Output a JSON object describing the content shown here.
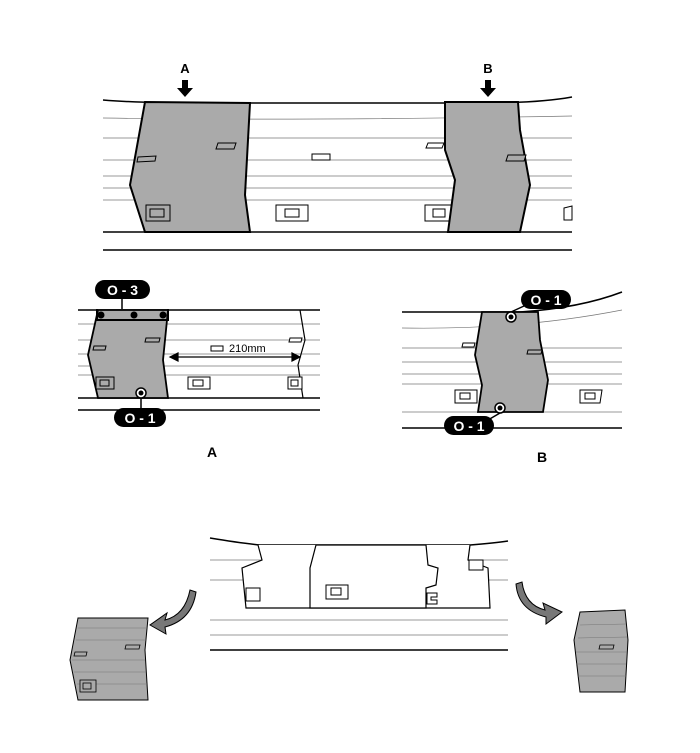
{
  "top_view": {
    "arrow_a_label": "A",
    "arrow_b_label": "B"
  },
  "detail_a": {
    "caption": "A",
    "callout_top": "O - 3",
    "callout_bottom": "O - 1",
    "dimension": "210mm"
  },
  "detail_b": {
    "caption": "B",
    "callout_top": "O - 1",
    "callout_bottom": "O - 1"
  },
  "colors": {
    "cover_fill": "#aaaaaa",
    "callout_fill": "#000000",
    "line": "#000000",
    "background": "#ffffff"
  }
}
